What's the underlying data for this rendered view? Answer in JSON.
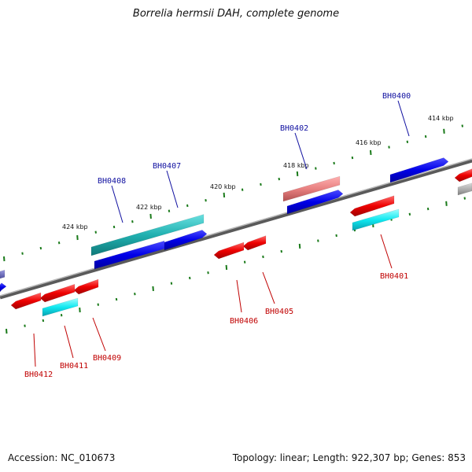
{
  "title": "Borrelia hermsii DAH, complete genome",
  "footer": {
    "accession": "Accession: NC_010673",
    "summary": "Topology: linear; Length: 922,307 bp; Genes: 853"
  },
  "kbp_labels": [
    "414 kbp",
    "416 kbp",
    "418 kbp",
    "420 kbp",
    "422 kbp",
    "424 kbp"
  ],
  "gene_labels": {
    "top": [
      "BH0400",
      "BH0402",
      "BH0407",
      "BH0408"
    ],
    "bottom": [
      "BH0401",
      "BH0405",
      "BH0406",
      "BH0409",
      "BH0411",
      "BH0412"
    ]
  },
  "colors": {
    "forward_gene": "#1010e0",
    "reverse_gene": "#e01010",
    "forward_highlight": "#20b8b8",
    "reverse_highlight": "#10e8f0",
    "pseudo_gene": "#e88080",
    "backbone": "#8a8a8a",
    "tick": "#1a7a1a",
    "top_label": "#1010a0",
    "bottom_label": "#c00000"
  }
}
